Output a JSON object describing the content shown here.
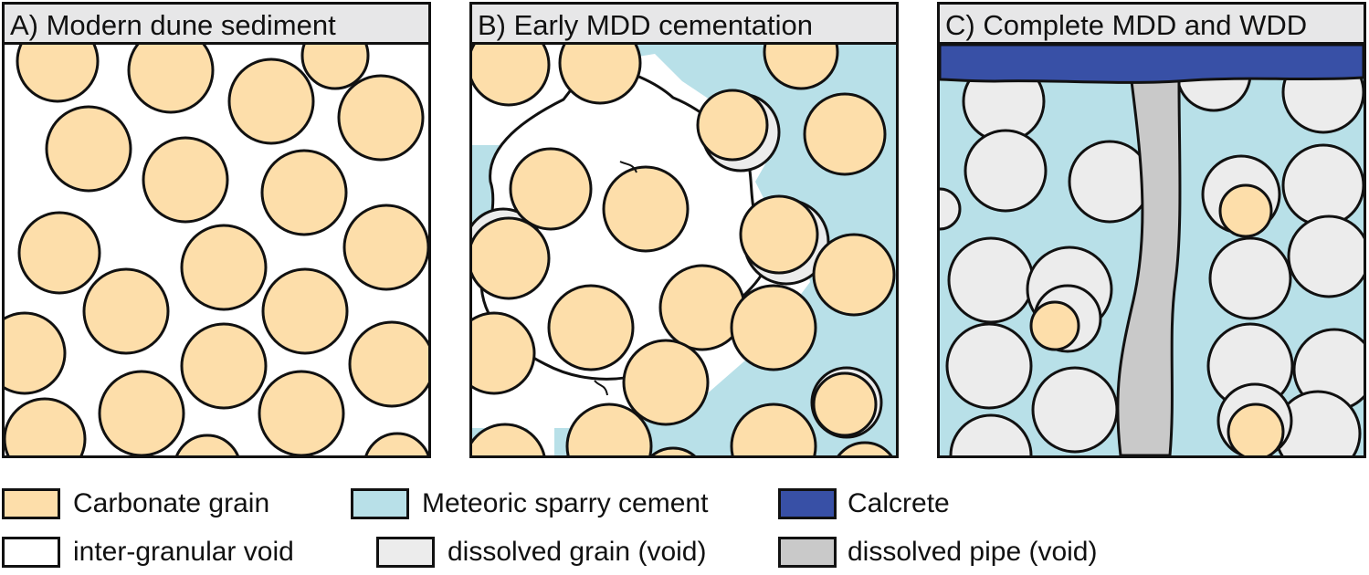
{
  "panels": {
    "a": {
      "title": "A) Modern dune sediment"
    },
    "b": {
      "title": "B) Early MDD cementation"
    },
    "c": {
      "title": "C) Complete MDD and WDD"
    }
  },
  "legend": {
    "carbonate_grain": {
      "label": "Carbonate grain",
      "color": "#fddeaa"
    },
    "sparry_cement": {
      "label": "Meteoric sparry cement",
      "color": "#b8e0e8"
    },
    "calcrete": {
      "label": "Calcrete",
      "color": "#3850a6"
    },
    "intergranular_void": {
      "label": "inter-granular void",
      "color": "#ffffff"
    },
    "dissolved_grain": {
      "label": "dissolved grain (void)",
      "color": "#ececec"
    },
    "dissolved_pipe": {
      "label": "dissolved pipe (void)",
      "color": "#c9c9c9"
    }
  }
}
